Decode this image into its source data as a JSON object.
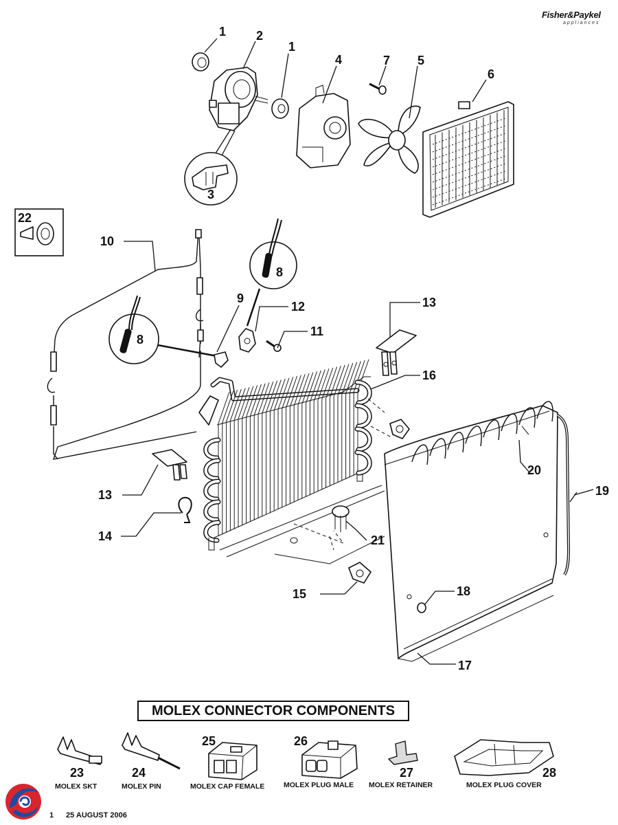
{
  "brand": {
    "name": "Fisher&Paykel",
    "sub": "appliances"
  },
  "callouts": {
    "n1": "1",
    "n2": "2",
    "n3": "3",
    "n4": "4",
    "n5": "5",
    "n6": "6",
    "n7": "7",
    "n8": "8",
    "n9": "9",
    "n10": "10",
    "n11": "11",
    "n12": "12",
    "n13": "13",
    "n14": "14",
    "n15": "15",
    "n16": "16",
    "n17": "17",
    "n18": "18",
    "n19": "19",
    "n20": "20",
    "n21": "21",
    "n22": "22",
    "n23": "23",
    "n24": "24",
    "n25": "25",
    "n26": "26",
    "n27": "27",
    "n28": "28"
  },
  "molex": {
    "title": "MOLEX CONNECTOR COMPONENTS",
    "items": [
      {
        "number": "23",
        "label": "MOLEX SKT"
      },
      {
        "number": "24",
        "label": "MOLEX PIN"
      },
      {
        "number": "25",
        "label": "MOLEX CAP FEMALE"
      },
      {
        "number": "26",
        "label": "MOLEX PLUG MALE"
      },
      {
        "number": "27",
        "label": "MOLEX RETAINER"
      },
      {
        "number": "28",
        "label": "MOLEX PLUG COVER"
      }
    ]
  },
  "footer": {
    "page": "1",
    "date": "25 AUGUST 2006"
  },
  "colors": {
    "logo_red": "#d7262e",
    "logo_blue": "#1f4aa0",
    "ink": "#111111"
  }
}
